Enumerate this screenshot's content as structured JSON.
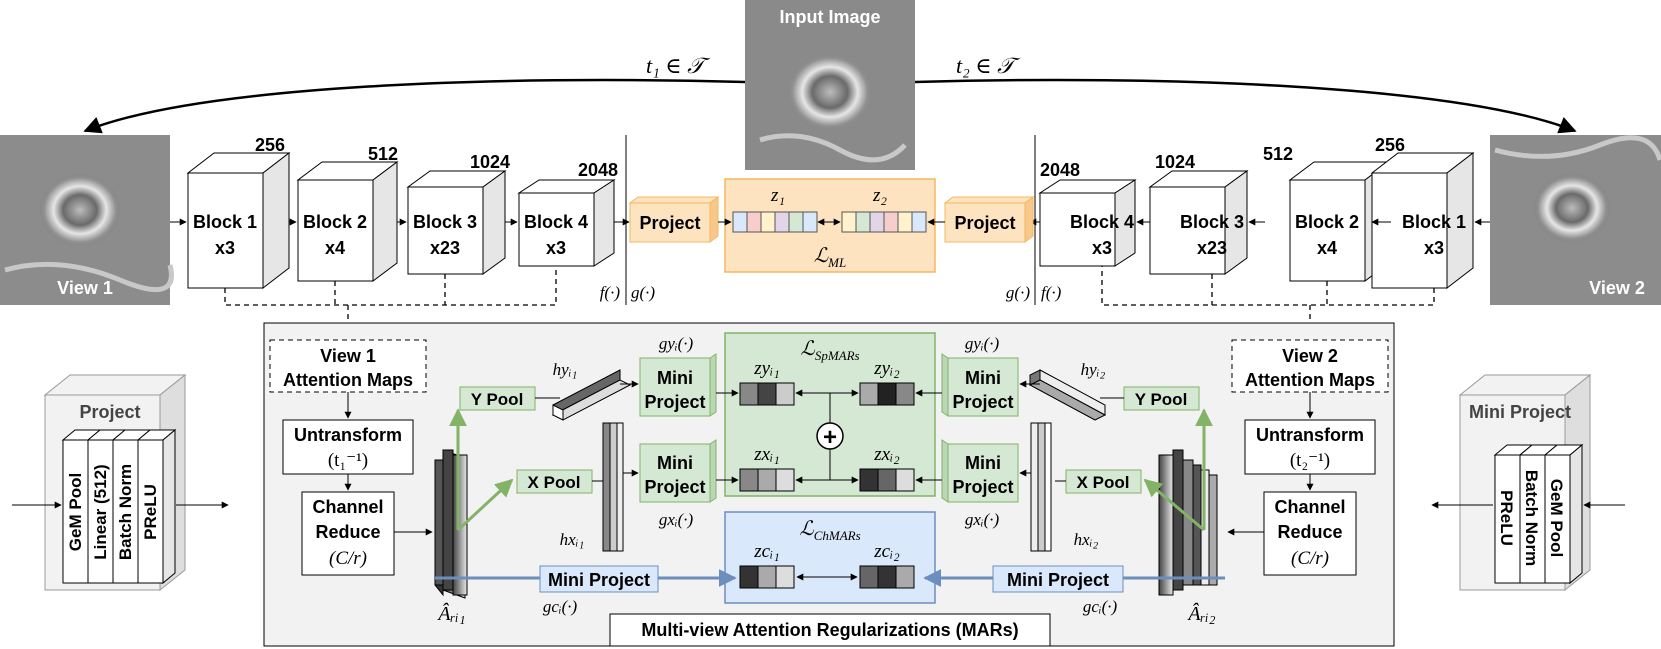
{
  "input_image": {
    "label": "Input Image"
  },
  "views": {
    "v1": "View 1",
    "v2": "View 2"
  },
  "transforms": {
    "t1": "t₁ ∈ 𝒯",
    "t2": "t₂ ∈ 𝒯"
  },
  "blocks": [
    {
      "name": "Block 1",
      "reps": "x3",
      "channels": "256"
    },
    {
      "name": "Block 2",
      "reps": "x4",
      "channels": "512"
    },
    {
      "name": "Block 3",
      "reps": "x23",
      "channels": "1024"
    },
    {
      "name": "Block 4",
      "reps": "x3",
      "channels": "2048"
    }
  ],
  "project_label": "Project",
  "func": {
    "f": "f(·)",
    "g": "g(·)"
  },
  "loss_ml": {
    "label": "ℒ",
    "sub": "ML",
    "z1": "z₁",
    "z2": "z₂"
  },
  "mars": {
    "title": "Multi-view Attention Regularizations (MARs)",
    "attn1": [
      "View 1",
      "Attention Maps"
    ],
    "attn2": [
      "View 2",
      "Attention Maps"
    ],
    "untransform": "Untransform",
    "untransform_arg1": "(t₁⁻¹)",
    "untransform_arg2": "(t₂⁻¹)",
    "channel_reduce": [
      "Channel",
      "Reduce",
      "(C/r)"
    ],
    "y_pool": "Y Pool",
    "x_pool": "X Pool",
    "mini_project": [
      "Mini",
      "Project"
    ],
    "mini_project_full": "Mini Project",
    "hy1": "hyᵢ₁",
    "hy2": "hyᵢ₂",
    "hx1": "hxᵢ₁",
    "hx2": "hxᵢ₂",
    "gy": "gyᵢ(·)",
    "gx": "gxᵢ(·)",
    "gc": "gcᵢ(·)",
    "zy1": "zyᵢ₁",
    "zy2": "zyᵢ₂",
    "zx1": "zxᵢ₁",
    "zx2": "zxᵢ₂",
    "zc1": "zcᵢ₁",
    "zc2": "zcᵢ₂",
    "a1": "Âᵣᵢ₁",
    "a2": "Âᵣᵢ₂",
    "loss_sp": {
      "label": "ℒ",
      "sub": "SpMARs"
    },
    "loss_ch": {
      "label": "ℒ",
      "sub": "ChMARs"
    },
    "plus": "+"
  },
  "project_legend": {
    "title": "Project",
    "layers": [
      "GeM Pool",
      "Linear (512)",
      "Batch Norm",
      "PReLU"
    ]
  },
  "mini_project_legend": {
    "title": "Mini Project",
    "layers": [
      "GeM Pool",
      "Batch Norm",
      "PReLU"
    ]
  },
  "colors": {
    "orange_fill": "#fde3bf",
    "orange_stroke": "#f4b860",
    "green_fill": "#d5e8d4",
    "green_stroke": "#82b366",
    "blue_fill": "#dae8fc",
    "blue_stroke": "#6c8ebf",
    "mars_bg": "#f2f2f2"
  }
}
